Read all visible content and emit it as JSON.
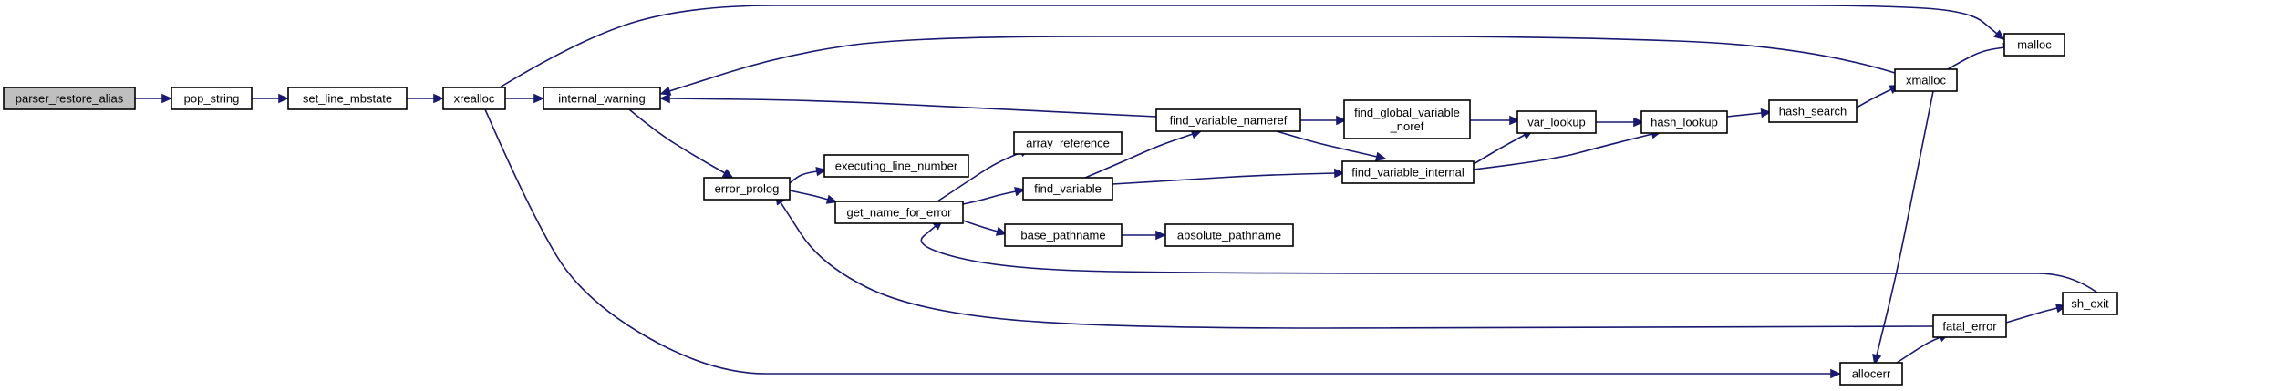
{
  "graph": {
    "edge_color": "#191970",
    "node_fill": "#ffffff",
    "root_fill": "#bfbfbf",
    "nodes": [
      {
        "id": "parser_restore_alias",
        "label": "parser_restore_alias"
      },
      {
        "id": "pop_string",
        "label": "pop_string"
      },
      {
        "id": "set_line_mbstate",
        "label": "set_line_mbstate"
      },
      {
        "id": "xrealloc",
        "label": "xrealloc"
      },
      {
        "id": "internal_warning",
        "label": "internal_warning"
      },
      {
        "id": "malloc",
        "label": "malloc"
      },
      {
        "id": "xmalloc",
        "label": "xmalloc"
      },
      {
        "id": "error_prolog",
        "label": "error_prolog"
      },
      {
        "id": "executing_line_number",
        "label": "executing_line_number"
      },
      {
        "id": "get_name_for_error",
        "label": "get_name_for_error"
      },
      {
        "id": "array_reference",
        "label": "array_reference"
      },
      {
        "id": "find_variable",
        "label": "find_variable"
      },
      {
        "id": "base_pathname",
        "label": "base_pathname"
      },
      {
        "id": "absolute_pathname",
        "label": "absolute_pathname"
      },
      {
        "id": "find_variable_nameref",
        "label": "find_variable_nameref"
      },
      {
        "id": "find_global_variable_noref",
        "label": "find_global_variable\n_noref"
      },
      {
        "id": "find_variable_internal",
        "label": "find_variable_internal"
      },
      {
        "id": "var_lookup",
        "label": "var_lookup"
      },
      {
        "id": "hash_lookup",
        "label": "hash_lookup"
      },
      {
        "id": "hash_search",
        "label": "hash_search"
      },
      {
        "id": "sh_exit",
        "label": "sh_exit"
      },
      {
        "id": "fatal_error",
        "label": "fatal_error"
      },
      {
        "id": "allocerr",
        "label": "allocerr"
      }
    ],
    "edges": [
      {
        "from": "parser_restore_alias",
        "to": "pop_string"
      },
      {
        "from": "pop_string",
        "to": "set_line_mbstate"
      },
      {
        "from": "set_line_mbstate",
        "to": "xrealloc"
      },
      {
        "from": "xrealloc",
        "to": "internal_warning"
      },
      {
        "from": "xrealloc",
        "to": "malloc"
      },
      {
        "from": "xrealloc",
        "to": "allocerr"
      },
      {
        "from": "internal_warning",
        "to": "error_prolog"
      },
      {
        "from": "error_prolog",
        "to": "executing_line_number"
      },
      {
        "from": "error_prolog",
        "to": "get_name_for_error"
      },
      {
        "from": "get_name_for_error",
        "to": "array_reference"
      },
      {
        "from": "get_name_for_error",
        "to": "find_variable"
      },
      {
        "from": "get_name_for_error",
        "to": "base_pathname"
      },
      {
        "from": "base_pathname",
        "to": "absolute_pathname"
      },
      {
        "from": "find_variable",
        "to": "find_variable_nameref"
      },
      {
        "from": "find_variable",
        "to": "find_variable_internal"
      },
      {
        "from": "find_variable_nameref",
        "to": "internal_warning"
      },
      {
        "from": "find_variable_nameref",
        "to": "find_global_variable_noref"
      },
      {
        "from": "find_variable_nameref",
        "to": "find_variable_internal"
      },
      {
        "from": "find_global_variable_noref",
        "to": "var_lookup"
      },
      {
        "from": "find_variable_internal",
        "to": "var_lookup"
      },
      {
        "from": "find_variable_internal",
        "to": "hash_lookup"
      },
      {
        "from": "var_lookup",
        "to": "hash_lookup"
      },
      {
        "from": "hash_lookup",
        "to": "hash_search"
      },
      {
        "from": "hash_search",
        "to": "xmalloc"
      },
      {
        "from": "xmalloc",
        "to": "malloc"
      },
      {
        "from": "xmalloc",
        "to": "internal_warning"
      },
      {
        "from": "xmalloc",
        "to": "allocerr"
      },
      {
        "from": "allocerr",
        "to": "fatal_error"
      },
      {
        "from": "fatal_error",
        "to": "sh_exit"
      },
      {
        "from": "fatal_error",
        "to": "error_prolog"
      },
      {
        "from": "sh_exit",
        "to": "get_name_for_error"
      }
    ]
  }
}
